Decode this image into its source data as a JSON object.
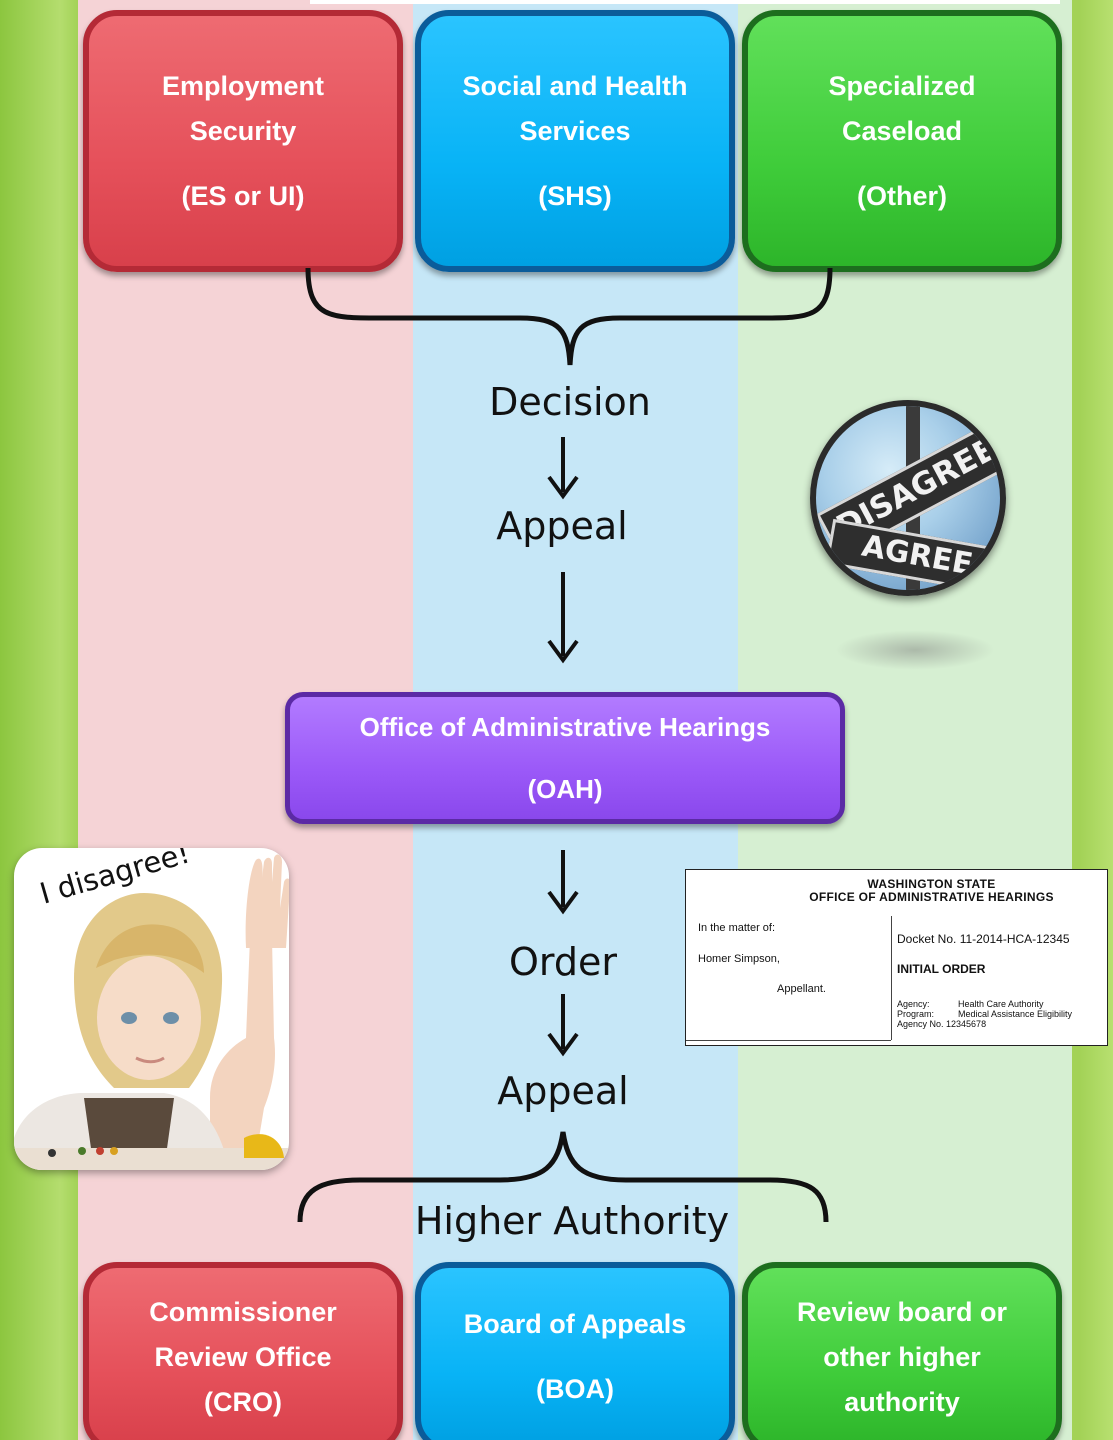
{
  "boxes": {
    "es": {
      "line1": "Employment",
      "line2": "Security",
      "line3": "(ES or UI)"
    },
    "shs": {
      "line1": "Social and Health",
      "line2": "Services",
      "line3": "(SHS)"
    },
    "other": {
      "line1": "Specialized",
      "line2": "Caseload",
      "line3": "(Other)"
    },
    "oah": {
      "line1": "Office of Administrative Hearings",
      "line2": "(OAH)"
    },
    "cro": {
      "line1": "Commissioner",
      "line2": "Review Office",
      "line3": "(CRO)"
    },
    "boa": {
      "line1": "Board of Appeals",
      "line2": "(BOA)"
    },
    "review": {
      "line1": "Review board or",
      "line2": "other higher",
      "line3": "authority"
    }
  },
  "flow": {
    "decision": "Decision",
    "appeal1": "Appeal",
    "order": "Order",
    "appeal2": "Appeal",
    "higher_authority": "Higher Authority"
  },
  "sign": {
    "top": "DISAGREE",
    "bottom": "AGREE"
  },
  "kid_caption": "I disagree!",
  "order_doc": {
    "header1": "WASHINGTON STATE",
    "header2": "OFFICE OF ADMINISTRATIVE HEARINGS",
    "matter": "In the matter of:",
    "name": "Homer Simpson,",
    "role": "Appellant.",
    "docket": "Docket No.  11-2014-HCA-12345",
    "title": "INITIAL ORDER",
    "agency_label": "Agency:",
    "agency_value": "Health Care Authority",
    "program_label": "Program:",
    "program_value": "Medical Assistance Eligibility",
    "agency_no": "Agency No. 12345678"
  },
  "colors": {
    "lane_red": "#f5d3d6",
    "lane_blue": "#c6e7f7",
    "lane_green": "#d6efd2",
    "box_red": "#e5505a",
    "box_blue": "#08b3f6",
    "box_green": "#3fcc3a",
    "box_purple": "#9b59f8",
    "frame_green": "#9ad04f"
  }
}
